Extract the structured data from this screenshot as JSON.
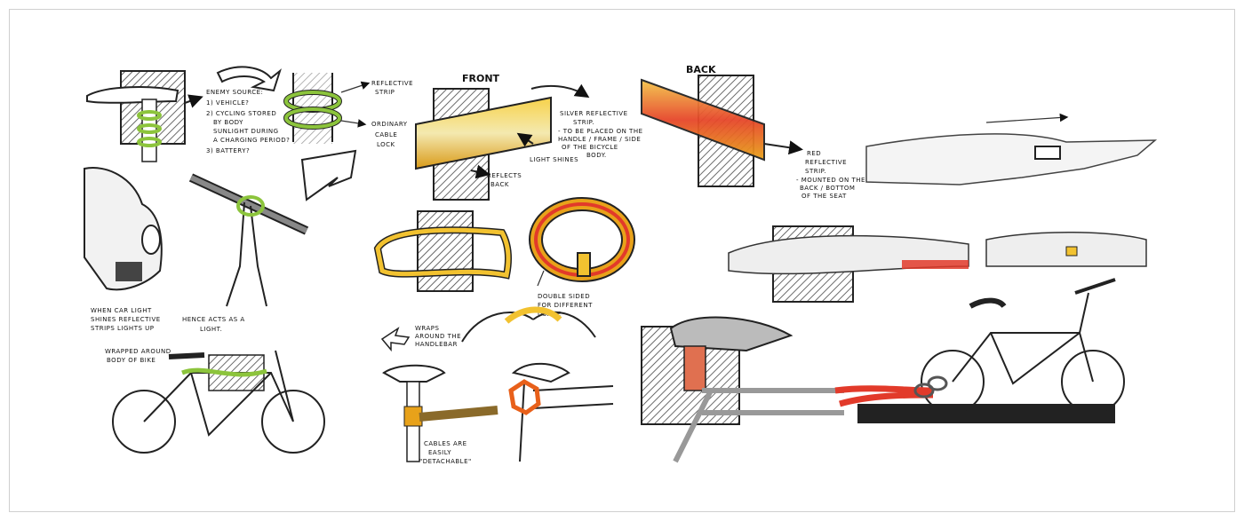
{
  "sheet": {
    "headings": {
      "front": "FRONT",
      "back": "BACK"
    },
    "notes": {
      "enemy_source": [
        "ENEMY SOURCE:",
        "1) VEHICLE?",
        "2) CYCLING STORED",
        "BY BODY",
        "SUNLIGHT DURING",
        "A CHARGING PERIOD?",
        "3) BATTERY?"
      ],
      "reflective_strip": [
        "REFLECTIVE",
        "STRIP"
      ],
      "cable_lock": [
        "ORDINARY",
        "CABLE",
        "LOCK"
      ],
      "silver_strip": [
        "SILVER REFLECTIVE",
        "STRIP.",
        "- TO BE PLACED ON THE",
        "HANDLE / FRAME / SIDE",
        "OF THE BICYCLE",
        "BODY."
      ],
      "light_shines": "LIGHT SHINES",
      "reflects_back": [
        "REFLECTS",
        "BACK"
      ],
      "red_strip": [
        "RED",
        "REFLECTIVE",
        "STRIP.",
        "- MOUNTED ON THE",
        "BACK / BOTTOM",
        "OF THE SEAT"
      ],
      "double_sided": [
        "DOUBLE SIDED",
        "FOR DIFFERENT",
        "USAGE"
      ],
      "car_light": [
        "WHEN CAR LIGHT",
        "SHINES REFLECTIVE",
        "STRIPS LIGHTS UP"
      ],
      "hence": [
        "HENCE ACTS AS A",
        "LIGHT."
      ],
      "wrapped_body": [
        "WRAPPED AROUND",
        "BODY OF BIKE"
      ],
      "cables_free": [
        "CABLES ARE",
        "EASILY",
        "\"DETACHABLE\""
      ],
      "small_note": [
        "WRAPS",
        "AROUND THE",
        "HANDLEBAR"
      ]
    }
  },
  "colors": {
    "yellow": "#f2c230",
    "orange": "#e8a21a",
    "green": "#8cc43c",
    "red": "#e23a2a",
    "hatch": "#555555"
  }
}
